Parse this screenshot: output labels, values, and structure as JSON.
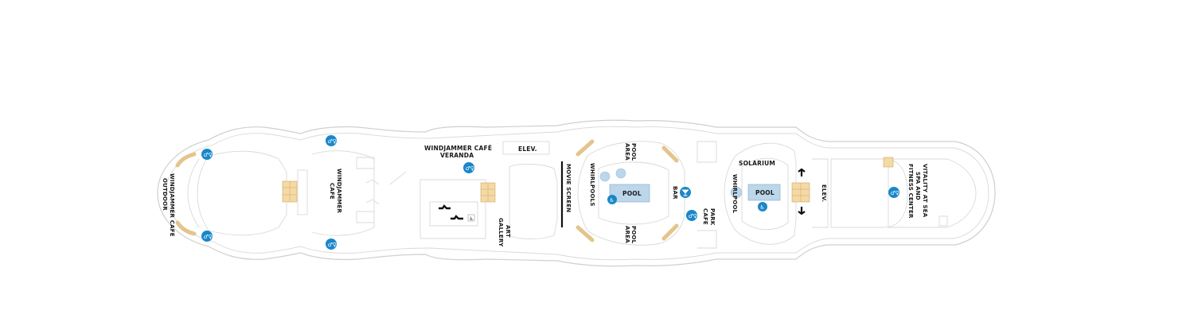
{
  "labels": {
    "windjammer_cafe_outdoor_1": "WINDJAMMER CAFE",
    "windjammer_cafe_outdoor_2": "OUTDOOR",
    "windjammer_cafe_1": "WINDJAMMER",
    "windjammer_cafe_2": "CAFE",
    "windjammer_veranda_1": "WINDJAMMER CAFÉ",
    "windjammer_veranda_2": "VERANDA",
    "elev_fwd": "ELEV.",
    "movie_screen": "MOVIE SCREEN",
    "art_gallery_1": "ART",
    "art_gallery_2": "GALLERY",
    "whirlpools": "WHIRLPOOLS",
    "pool_main": "POOL",
    "pool_area_top_1": "POOL",
    "pool_area_top_2": "AREA",
    "pool_area_bottom_1": "POOL",
    "pool_area_bottom_2": "AREA",
    "bar": "BAR",
    "park_cafe_1": "PARK",
    "park_cafe_2": "CAFE",
    "solarium": "SOLARIUM",
    "whirlpool": "WHIRLPOOL",
    "pool_solarium": "POOL",
    "elev_aft": "ELEV.",
    "vitality_1": "VITALITY AT SEA",
    "vitality_2": "SPA AND",
    "vitality_3": "FITNESS CENTER"
  },
  "colors": {
    "outline": "#cfcfcf",
    "restroom_icon": "#1a87c9",
    "pool_water": "#bcd6ea",
    "elevator_fill": "#f3d9a6",
    "deck_chair": "#e4c48c"
  },
  "icons": {
    "restroom": "restroom-icon",
    "accessible": "wheelchair-icon",
    "elevator": "elevator-icon",
    "stairs": "stairs-icon",
    "bar": "cocktail-icon"
  }
}
